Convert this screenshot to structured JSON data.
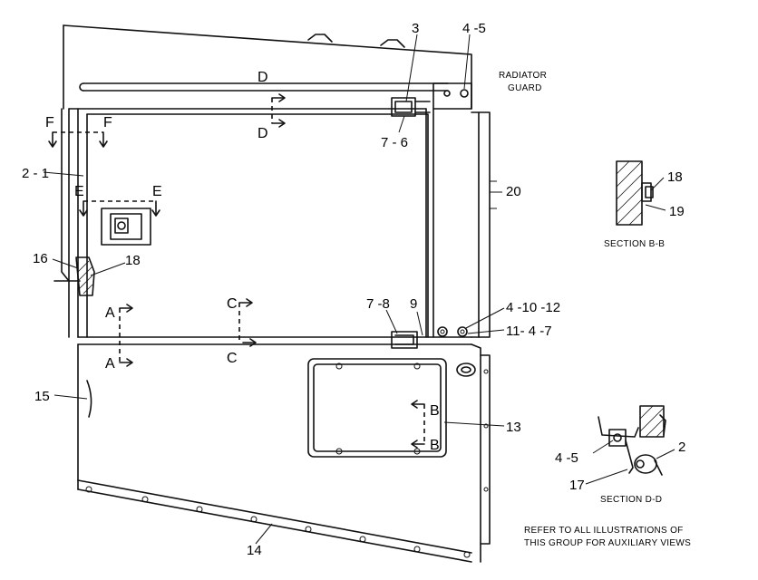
{
  "callouts": {
    "c3": "3",
    "c4_5_top": "4 -5",
    "c7_6": "7 - 6",
    "c2_1": "2 - 1",
    "c16": "16",
    "c18_left": "18",
    "c20": "20",
    "c7_8": "7 -8",
    "c9": "9",
    "c4_10_12": "4 -10 -12",
    "c11_4_7": "11- 4 -7",
    "c15": "15",
    "c13": "13",
    "c14": "14",
    "c18_b": "18",
    "c19": "19",
    "c4_5_dd": "4 -5",
    "c2_dd": "2",
    "c17": "17"
  },
  "section_letters": {
    "d_top": "D",
    "d_bottom": "D",
    "f_left": "F",
    "f_right": "F",
    "e_left": "E",
    "e_right": "E",
    "a_top": "A",
    "a_bottom": "A",
    "c_top": "C",
    "c_bottom": "C",
    "b_top": "B",
    "b_bottom": "B"
  },
  "labels": {
    "radiator_guard_1": "RADIATOR",
    "radiator_guard_2": "GUARD",
    "section_bb": "SECTION  B-B",
    "section_dd": "SECTION  D-D",
    "note_line1": "REFER  TO  ALL  ILLUSTRATIONS  OF",
    "note_line2": "THIS  GROUP  FOR  AUXILIARY  VIEWS"
  },
  "icons": {
    "latch": "latch-icon",
    "handle": "handle-icon"
  }
}
